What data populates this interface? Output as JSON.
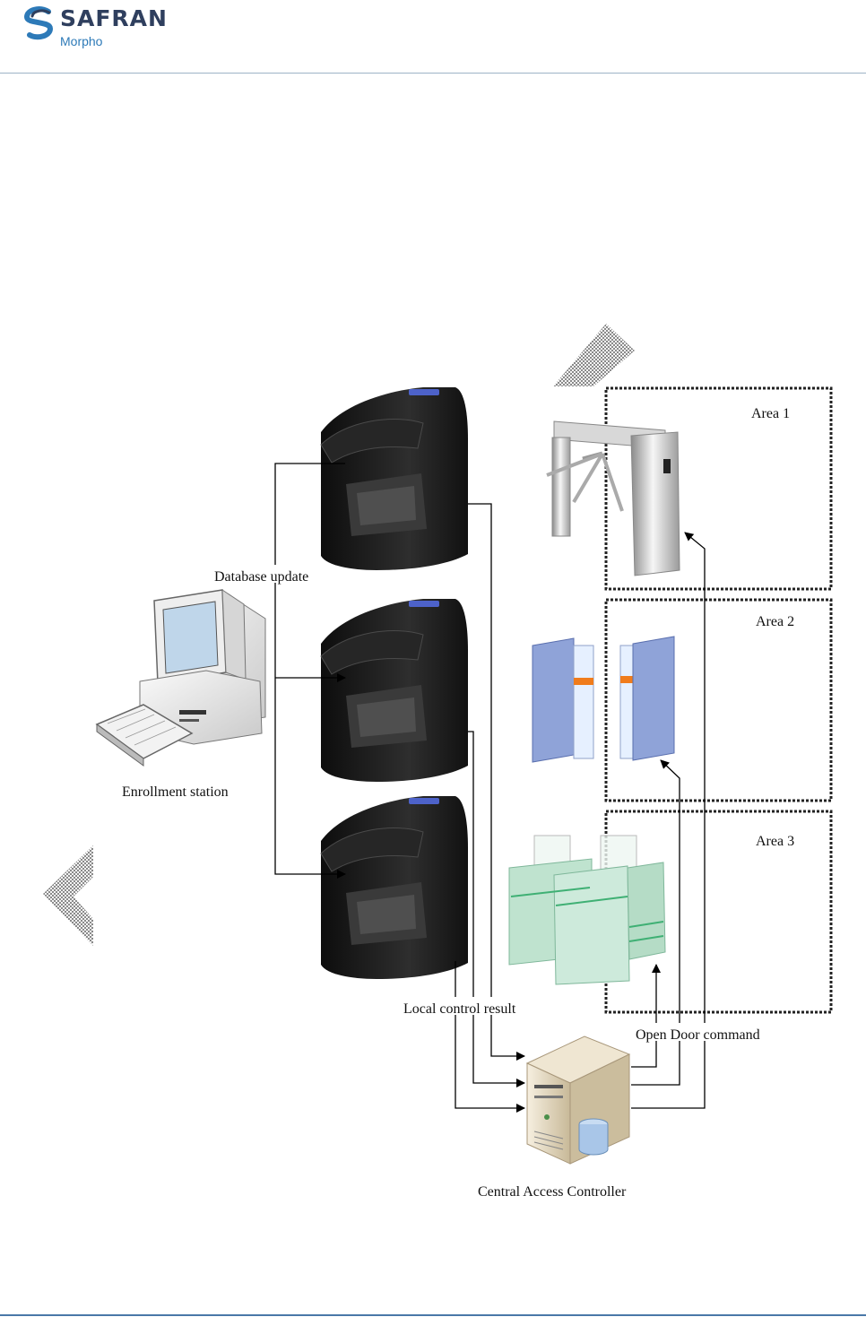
{
  "header": {
    "brand": "SAFRAN",
    "subbrand": "Morpho"
  },
  "diagram": {
    "labels": {
      "database_update": "Database update",
      "enrollment_station": "Enrollment station",
      "local_control_result": "Local control result",
      "open_door_command": "Open Door command",
      "central_access_controller": "Central Access Controller"
    },
    "areas": [
      {
        "label": "Area 1"
      },
      {
        "label": "Area 2"
      },
      {
        "label": "Area 3"
      }
    ]
  },
  "colors": {
    "brand_navy": "#2f3f5e",
    "brand_blue": "#2d7ab8",
    "terminal": "#1c1c1c",
    "gate_blue": "#8fa3d8",
    "speedgate_green": "#bfe3cf"
  }
}
